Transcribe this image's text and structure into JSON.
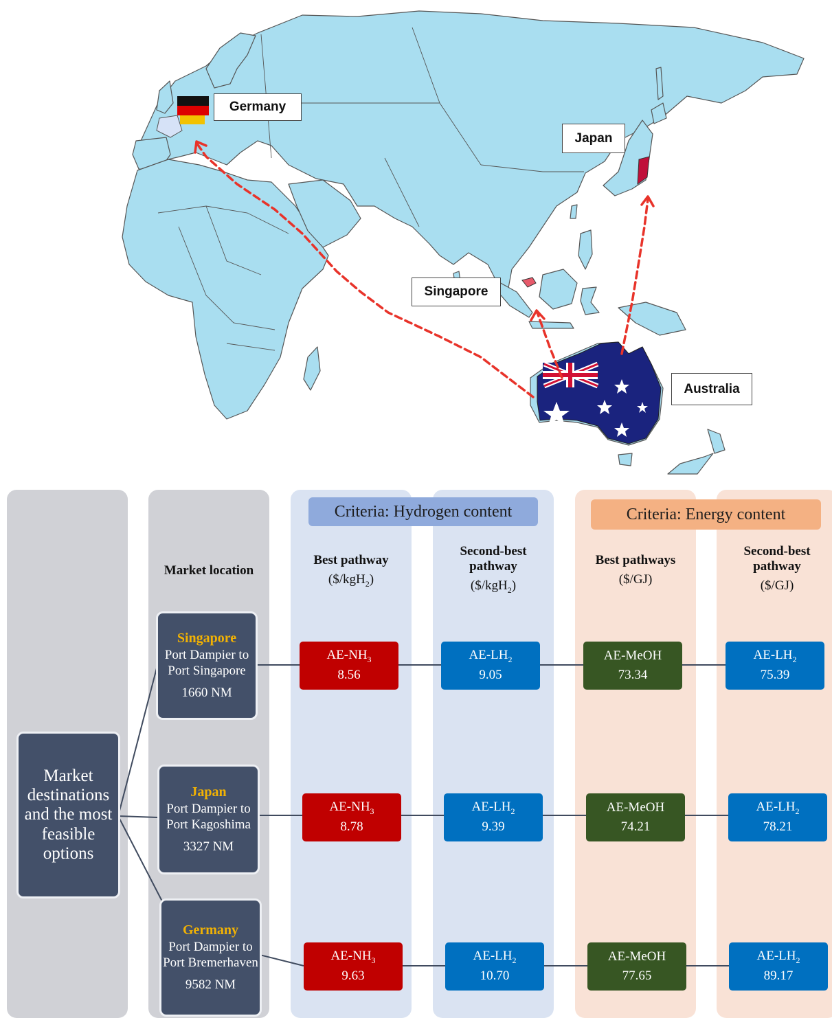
{
  "map": {
    "labels": {
      "germany": "Germany",
      "japan": "Japan",
      "singapore": "Singapore",
      "australia": "Australia"
    },
    "colors": {
      "land": "#a9def0",
      "border": "#555555",
      "route": "#e8332a",
      "japan_region": "#c0103a",
      "singapore_region": "#e75a6b"
    }
  },
  "criteria": {
    "hydrogen": "Criteria: Hydrogen content",
    "energy": "Criteria: Energy content"
  },
  "headers": {
    "market_location": "Market location",
    "best_h2": {
      "title": "Best pathway",
      "unit": "($/kgH",
      "unit_sub": "2",
      "unit_end": ")"
    },
    "second_h2": {
      "title": "Second-best pathway",
      "unit": "($/kgH",
      "unit_sub": "2",
      "unit_end": ")"
    },
    "best_energy": {
      "title": "Best pathways",
      "unit": "($/GJ)"
    },
    "second_energy": {
      "title": "Second-best pathway",
      "unit": "($/GJ)"
    }
  },
  "root": "Market destinations and the most feasible options",
  "markets": [
    {
      "name": "Singapore",
      "route": "Port Dampier to Port Singapore",
      "distance": "1660 NM",
      "options": [
        {
          "label": "AE-NH",
          "sub": "3",
          "value": "8.56"
        },
        {
          "label": "AE-LH",
          "sub": "2",
          "value": "9.05"
        },
        {
          "label": "AE-MeOH",
          "sub": "",
          "value": "73.34"
        },
        {
          "label": "AE-LH",
          "sub": "2",
          "value": "75.39"
        }
      ]
    },
    {
      "name": "Japan",
      "route": "Port Dampier to Port Kagoshima",
      "distance": "3327 NM",
      "options": [
        {
          "label": "AE-NH",
          "sub": "3",
          "value": "8.78"
        },
        {
          "label": "AE-LH",
          "sub": "2",
          "value": "9.39"
        },
        {
          "label": "AE-MeOH",
          "sub": "",
          "value": "74.21"
        },
        {
          "label": "AE-LH",
          "sub": "2",
          "value": "78.21"
        }
      ]
    },
    {
      "name": "Germany",
      "route": "Port Dampier to Port Bremerhaven",
      "distance": "9582 NM",
      "options": [
        {
          "label": "AE-NH",
          "sub": "3",
          "value": "9.63"
        },
        {
          "label": "AE-LH",
          "sub": "2",
          "value": "10.70"
        },
        {
          "label": "AE-MeOH",
          "sub": "",
          "value": "77.65"
        },
        {
          "label": "AE-LH",
          "sub": "2",
          "value": "89.17"
        }
      ]
    }
  ]
}
